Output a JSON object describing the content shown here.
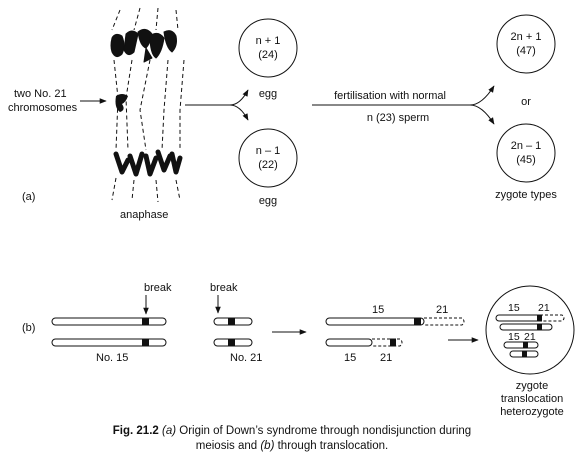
{
  "part_a": {
    "label": "(a)",
    "input_label_line1": "two No. 21",
    "input_label_line2": "chromosomes",
    "stage_label": "anaphase",
    "egg_top": {
      "line1": "n + 1",
      "line2": "(24)",
      "label": "egg"
    },
    "egg_bottom": {
      "line1": "n – 1",
      "line2": "(22)",
      "label": "egg"
    },
    "fertilisation_line1": "fertilisation with normal",
    "fertilisation_line2": "n (23) sperm",
    "zygote_top": {
      "line1": "2n + 1",
      "line2": "(47)"
    },
    "or_label": "or",
    "zygote_bottom": {
      "line1": "2n – 1",
      "line2": "(45)"
    },
    "zygote_types_label": "zygote types"
  },
  "part_b": {
    "label": "(b)",
    "break_label_1": "break",
    "chromosome_label_1": "No. 15",
    "break_label_2": "break",
    "chromosome_label_2": "No. 21",
    "trans_label_15_top": "15",
    "trans_label_21_top": "21",
    "trans_label_15_bottom": "15",
    "trans_label_21_bottom": "21",
    "circle_label_15": "15",
    "circle_label_21": "21",
    "circle_inner_15": "15",
    "circle_inner_21": "21",
    "result_line1": "zygote",
    "result_line2": "translocation",
    "result_line3": "heterozygote"
  },
  "caption": {
    "fig_label": "Fig. 21.2",
    "a_mark": "(a)",
    "text_1": " Origin of Down’s syndrome through nondisjunction during",
    "text_2": "meiosis and ",
    "b_mark": "(b)",
    "text_3": " through translocation."
  }
}
